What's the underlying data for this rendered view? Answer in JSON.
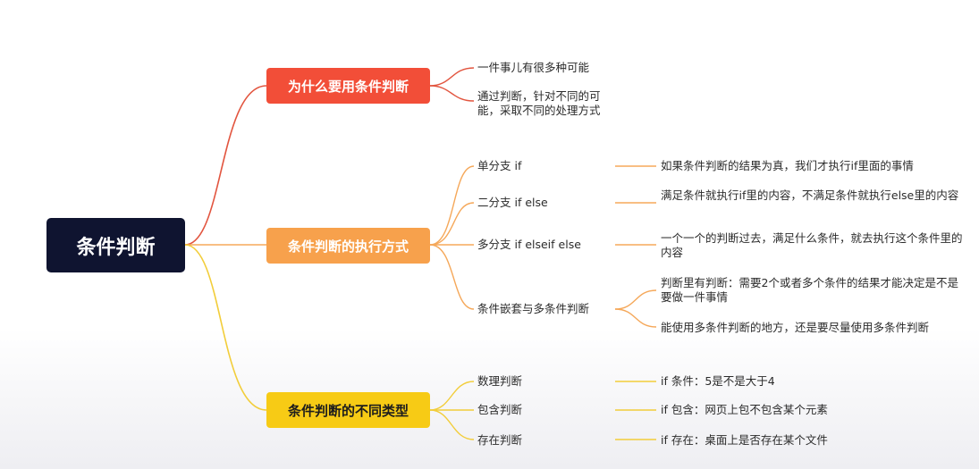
{
  "root": {
    "label": "条件判断"
  },
  "branches": [
    {
      "label": "为什么要用条件判断",
      "color": "#f24e38",
      "items": [
        {
          "label": "一件事儿有很多种可能"
        },
        {
          "label": "通过判断，针对不同的可能，采取不同的处理方式"
        }
      ]
    },
    {
      "label": "条件判断的执行方式",
      "color": "#f7a14c",
      "items": [
        {
          "label": "单分支 if",
          "detail": [
            "如果条件判断的结果为真，我们才执行if里面的事情"
          ]
        },
        {
          "label": "二分支 if else",
          "detail": [
            "满足条件就执行if里的内容，不满足条件就执行else里的内容"
          ]
        },
        {
          "label": "多分支 if elseif else",
          "detail": [
            "一个一个的判断过去，满足什么条件，就去执行这个条件里的内容"
          ]
        },
        {
          "label": "条件嵌套与多条件判断",
          "detail": [
            "判断里有判断：需要2个或者多个条件的结果才能决定是不是要做一件事情",
            "能使用多条件判断的地方，还是要尽量使用多条件判断"
          ]
        }
      ]
    },
    {
      "label": "条件判断的不同类型",
      "color": "#f7cb15",
      "items": [
        {
          "label": "数理判断",
          "detail": [
            "if 条件：5是不是大于4"
          ]
        },
        {
          "label": "包含判断",
          "detail": [
            "if 包含：网页上包不包含某个元素"
          ]
        },
        {
          "label": "存在判断",
          "detail": [
            "if 存在：桌面上是否存在某个文件"
          ]
        }
      ]
    }
  ]
}
